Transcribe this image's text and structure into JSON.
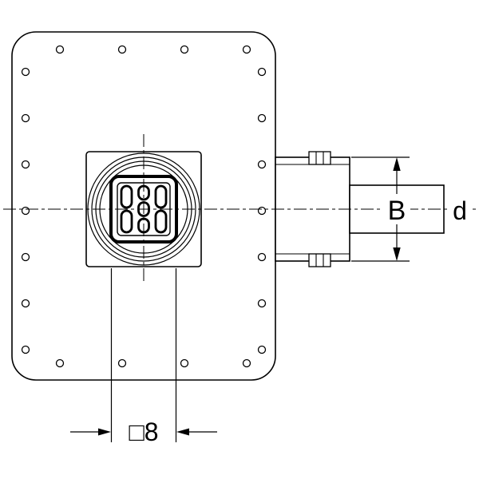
{
  "diagram": {
    "kind": "technical-drawing",
    "subject": "floor-drain-with-membrane-flange-top-view",
    "labels": {
      "outlet_height": "B",
      "pipe_diameter": "d",
      "grate_size": "□8"
    },
    "colors": {
      "line": "#000000",
      "background": "#ffffff"
    }
  }
}
